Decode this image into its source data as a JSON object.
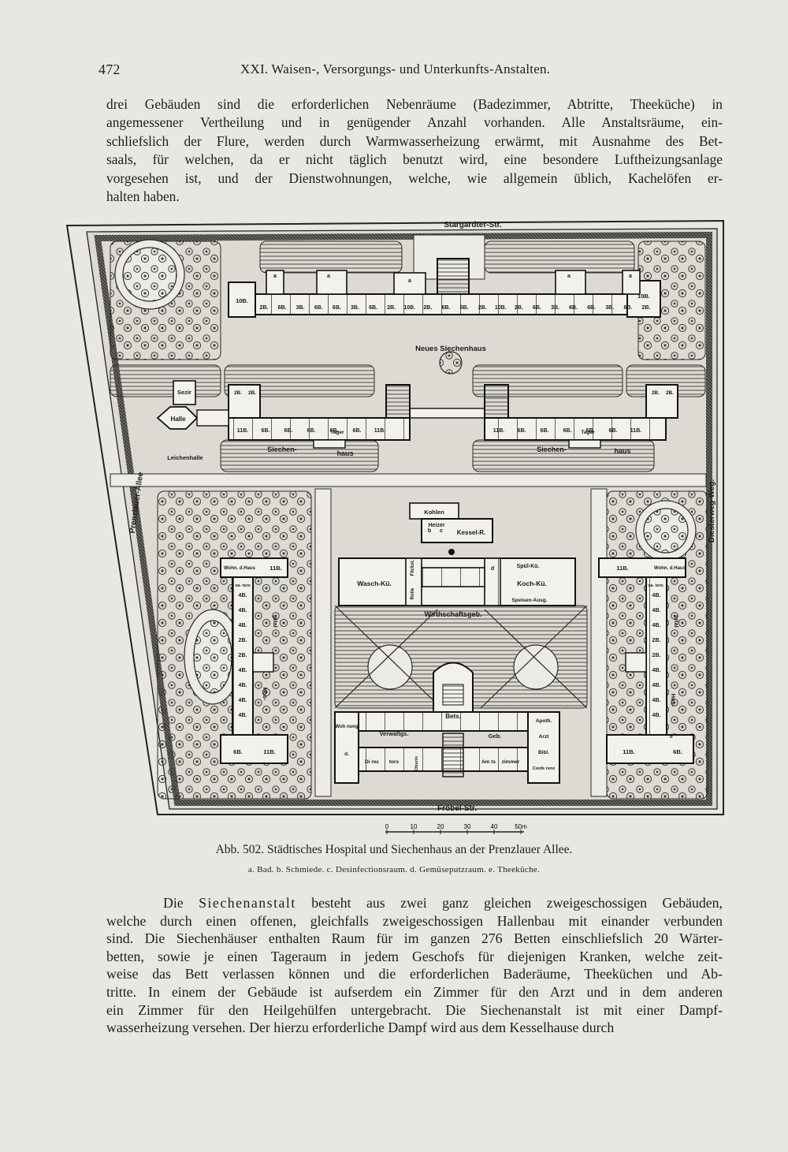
{
  "running_head": {
    "page_number": "472",
    "title": "XXI. Waisen-, Versorgungs- und Unterkunfts-Anstalten."
  },
  "paragraph_top": [
    "drei Gebäuden sind die erforderlichen Nebenräume (Badezimmer, Abtritte, Theeküche) in",
    "angemessener Vertheilung und in genügender Anzahl vorhanden. Alle Anstaltsräume, ein-",
    "schliefslich der Flure, werden durch Warmwasserheizung erwärmt, mit Ausnahme des Bet-",
    "saals, für welchen, da er nicht täglich benutzt wird, eine besondere Luftheizungsanlage",
    "vorgesehen ist, und der Dienstwohnungen, welche, wie allgemein üblich, Kachelöfen er-",
    "halten haben."
  ],
  "plan": {
    "streets": {
      "north": "Stargardter-Str.",
      "south": "Fröbel-Str.",
      "west": "Prenzlauer-Allee",
      "east": "Diesterweg-Weg."
    },
    "building_labels": {
      "new_infirmary": "Neues Siechenhaus",
      "infirmary_left_a": "Siechen-",
      "infirmary_left_b": "haus",
      "infirmary_right_a": "Siechen-",
      "infirmary_right_b": "haus",
      "hall": "Halle",
      "section_room": "Sezir",
      "morgue": "Leichenhalle",
      "coal": "Kohlen",
      "heaters": "Heizer",
      "boiler": "Kessel-R.",
      "laundry": "Wasch-Kü.",
      "kitchen": "Koch-Kü.",
      "scullery": "Spül-Kü.",
      "food_issue": "Speisen-Ausg.",
      "mending": "Flickst.",
      "roll": "Rolle",
      "utility": "Wirthschaftsgeb.",
      "chapel": "Bets.",
      "admin_a": "Verwaltgs.",
      "admin_b": "Geb.",
      "apothecary": "Apoth.",
      "physician": "Arzt",
      "library": "Bibl.",
      "conference": "Confe renz",
      "office_a": "Am ts",
      "office_b": "zimmer",
      "director_a": "Di rec",
      "director_b": "tors",
      "apartment": "Woh nung",
      "superior": "Oberin",
      "hospital_a": "Hos-",
      "hospital_b": "pital",
      "house_father": "Wohn. d.Haus",
      "caretaker": "va- ters",
      "d": "d.",
      "daycare": "Tager"
    },
    "room_codes": {
      "top_row": [
        "2B.",
        "6B.",
        "3B.",
        "6B.",
        "6B.",
        "3B.",
        "6B.",
        "2B.",
        "10B.",
        "2B.",
        "6B.",
        "6B.",
        "2B.",
        "10B.",
        "2B.",
        "6B.",
        "3B.",
        "6B.",
        "6B.",
        "3B.",
        "6B.",
        "2B."
      ],
      "top_ends": [
        "10B.",
        "10B."
      ],
      "mid_left": [
        "11B.",
        "6B.",
        "6B.",
        "6B.",
        "6B.",
        "6B.",
        "11B."
      ],
      "mid_right": [
        "11B.",
        "6B.",
        "6B.",
        "6B.",
        "6B.",
        "6B.",
        "11B."
      ],
      "mid_small": [
        "2B.",
        "2B.",
        "2B.",
        "2B."
      ],
      "wing_beds": [
        "11B.",
        "4B.",
        "4B.",
        "4B.",
        "2B.",
        "2B.",
        "4B.",
        "4B.",
        "4B.",
        "4B.",
        "6B.",
        "11B."
      ],
      "letters": [
        "a",
        "b",
        "c",
        "d",
        "e"
      ]
    }
  },
  "scale": {
    "ticks": [
      "0",
      "10",
      "20",
      "30",
      "40",
      "50m"
    ]
  },
  "caption": {
    "number": "Abb. 502.",
    "text": "Städtisches Hospital und Siechenhaus an der Prenzlauer Allee.",
    "legend": "a. Bad. b. Schmiede. c. Desinfectionsraum. d. Gemüseputzraum. e. Theeküche."
  },
  "paragraph_bottom": [
    "Die Siechenanstalt besteht aus zwei ganz gleichen zweigeschossigen Gebäuden,",
    "welche durch einen offenen, gleichfalls zweigeschossigen Hallenbau mit einander verbunden",
    "sind. Die Siechenhäuser enthalten Raum für im ganzen 276 Betten einschliefslich 20 Wärter-",
    "betten, sowie je einen Tageraum in jedem Geschofs für diejenigen Kranken, welche zeit-",
    "weise das Bett verlassen können und die erforderlichen Baderäume, Theeküchen und Ab-",
    "tritte. In einem der Gebäude ist aufserdem ein Zimmer für den Arzt und in dem anderen",
    "ein Zimmer für den Heilgehülfen untergebracht. Die Siechenanstalt ist mit einer Dampf-",
    "wasserheizung versehen. Der hierzu erforderliche Dampf wird aus dem Kesselhause durch"
  ],
  "paragraph_bottom_lead": "Siechenanstalt"
}
